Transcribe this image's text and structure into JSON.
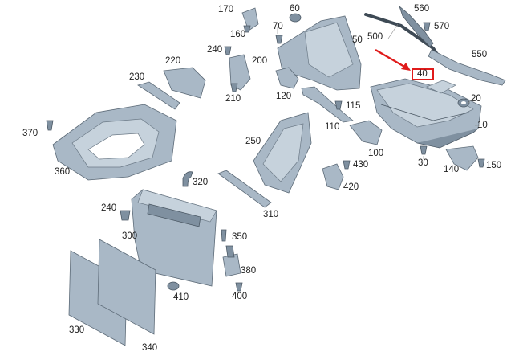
{
  "highlight": {
    "label": "40",
    "color": "#e01b1b"
  },
  "part_labels": [
    {
      "id": "10",
      "text": "10"
    },
    {
      "id": "20",
      "text": "20"
    },
    {
      "id": "30",
      "text": "30"
    },
    {
      "id": "40",
      "text": "40"
    },
    {
      "id": "50",
      "text": "50"
    },
    {
      "id": "60",
      "text": "60"
    },
    {
      "id": "70",
      "text": "70"
    },
    {
      "id": "100",
      "text": "100"
    },
    {
      "id": "110",
      "text": "110"
    },
    {
      "id": "115",
      "text": "115"
    },
    {
      "id": "120",
      "text": "120"
    },
    {
      "id": "140",
      "text": "140"
    },
    {
      "id": "150",
      "text": "150"
    },
    {
      "id": "160",
      "text": "160"
    },
    {
      "id": "170",
      "text": "170"
    },
    {
      "id": "200",
      "text": "200"
    },
    {
      "id": "210",
      "text": "210"
    },
    {
      "id": "220",
      "text": "220"
    },
    {
      "id": "230",
      "text": "230"
    },
    {
      "id": "240a",
      "text": "240"
    },
    {
      "id": "240b",
      "text": "240"
    },
    {
      "id": "250",
      "text": "250"
    },
    {
      "id": "300",
      "text": "300"
    },
    {
      "id": "310",
      "text": "310"
    },
    {
      "id": "320",
      "text": "320"
    },
    {
      "id": "330",
      "text": "330"
    },
    {
      "id": "340",
      "text": "340"
    },
    {
      "id": "350",
      "text": "350"
    },
    {
      "id": "360",
      "text": "360"
    },
    {
      "id": "370",
      "text": "370"
    },
    {
      "id": "380",
      "text": "380"
    },
    {
      "id": "400",
      "text": "400"
    },
    {
      "id": "410",
      "text": "410"
    },
    {
      "id": "420",
      "text": "420"
    },
    {
      "id": "430",
      "text": "430"
    },
    {
      "id": "500",
      "text": "500"
    },
    {
      "id": "550",
      "text": "550"
    },
    {
      "id": "560",
      "text": "560"
    },
    {
      "id": "570",
      "text": "570"
    }
  ]
}
